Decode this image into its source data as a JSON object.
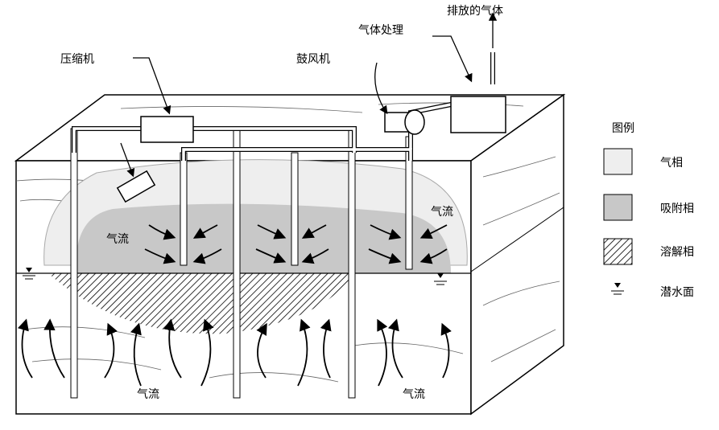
{
  "labels": {
    "exhaust": "排放的气体",
    "treatment": "气体处理",
    "compressor": "压缩机",
    "blower": "鼓风机",
    "airflow_1": "气流",
    "airflow_2": "气流",
    "airflow_3": "气流",
    "airflow_4": "气流"
  },
  "legend": {
    "title": "图例",
    "items": [
      {
        "label": "气相",
        "color": "#eeeeee"
      },
      {
        "label": "吸附相",
        "color": "#c8c8c8"
      },
      {
        "label": "溶解相",
        "color": "hatch"
      },
      {
        "label": "潜水面",
        "color": "symbol"
      }
    ]
  }
}
